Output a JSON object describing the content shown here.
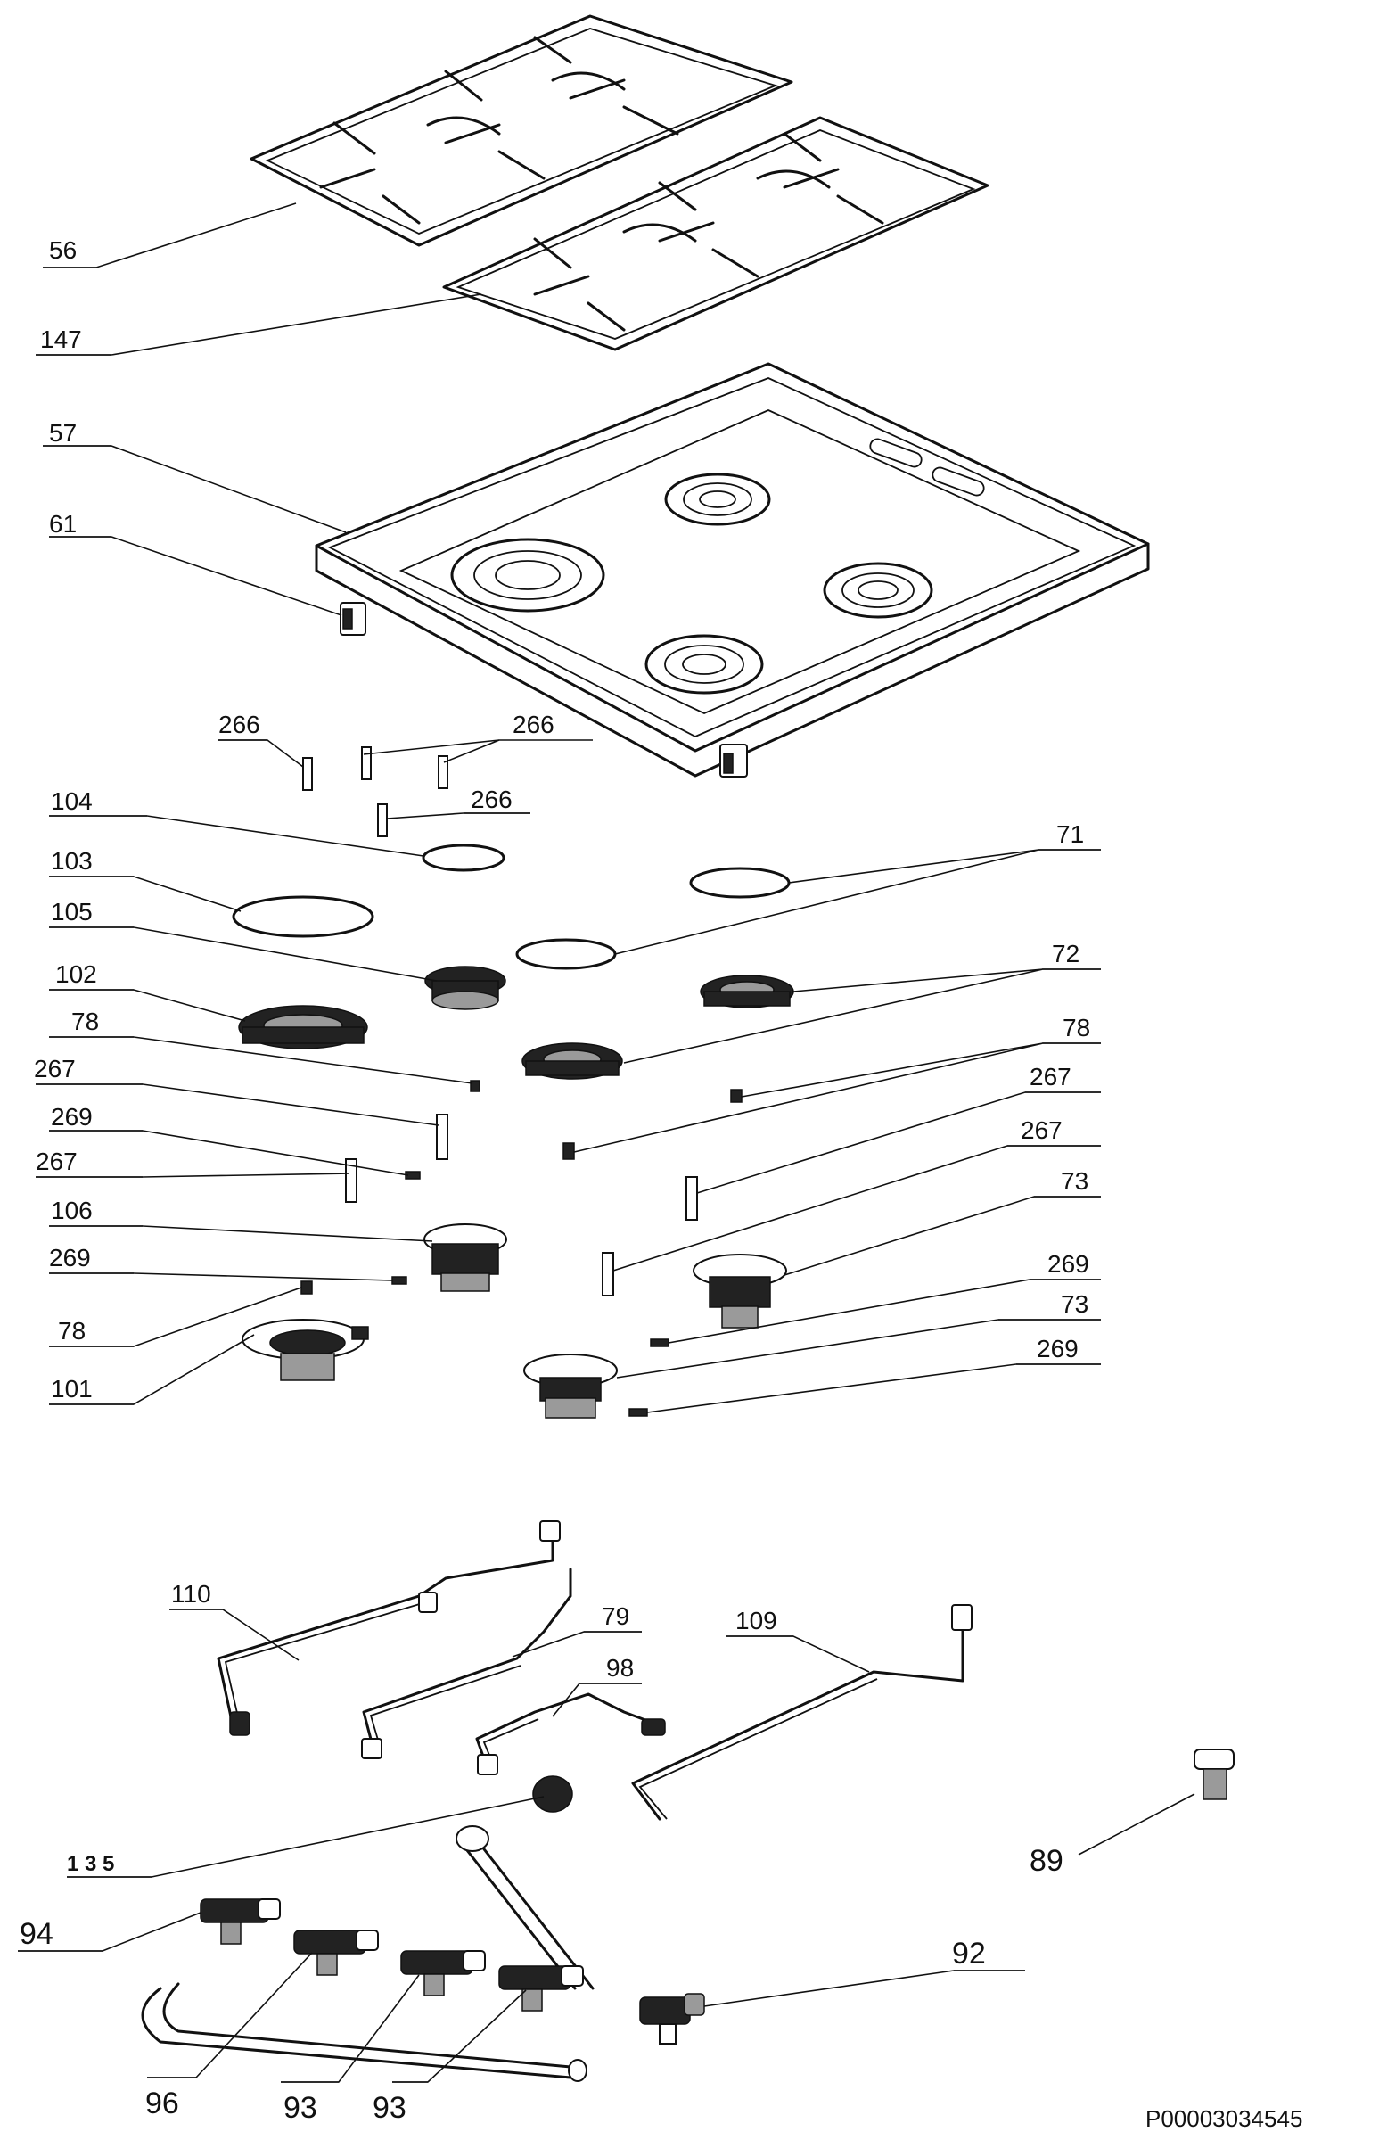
{
  "diagram": {
    "document_code": "P00003034545",
    "callouts": [
      {
        "id": "c56",
        "label": "56"
      },
      {
        "id": "c147",
        "label": "147"
      },
      {
        "id": "c57",
        "label": "57"
      },
      {
        "id": "c61",
        "label": "61"
      },
      {
        "id": "c266a",
        "label": "266"
      },
      {
        "id": "c266b",
        "label": "266"
      },
      {
        "id": "c266c",
        "label": "266"
      },
      {
        "id": "c104",
        "label": "104"
      },
      {
        "id": "c103",
        "label": "103"
      },
      {
        "id": "c105",
        "label": "105"
      },
      {
        "id": "c102",
        "label": "102"
      },
      {
        "id": "c78a",
        "label": "78"
      },
      {
        "id": "c267a",
        "label": "267"
      },
      {
        "id": "c269a",
        "label": "269"
      },
      {
        "id": "c267b",
        "label": "267"
      },
      {
        "id": "c106",
        "label": "106"
      },
      {
        "id": "c269b",
        "label": "269"
      },
      {
        "id": "c78b",
        "label": "78"
      },
      {
        "id": "c101",
        "label": "101"
      },
      {
        "id": "c71",
        "label": "71"
      },
      {
        "id": "c72",
        "label": "72"
      },
      {
        "id": "c78c",
        "label": "78"
      },
      {
        "id": "c267c",
        "label": "267"
      },
      {
        "id": "c267d",
        "label": "267"
      },
      {
        "id": "c73a",
        "label": "73"
      },
      {
        "id": "c269c",
        "label": "269"
      },
      {
        "id": "c73b",
        "label": "73"
      },
      {
        "id": "c269d",
        "label": "269"
      },
      {
        "id": "c110",
        "label": "110"
      },
      {
        "id": "c79",
        "label": "79"
      },
      {
        "id": "c98",
        "label": "98"
      },
      {
        "id": "c109",
        "label": "109"
      },
      {
        "id": "c135",
        "label": "1 3 5"
      },
      {
        "id": "c89",
        "label": "89"
      },
      {
        "id": "c94",
        "label": "94"
      },
      {
        "id": "c92",
        "label": "92"
      },
      {
        "id": "c96",
        "label": "96"
      },
      {
        "id": "c93a",
        "label": "93"
      },
      {
        "id": "c93b",
        "label": "93"
      }
    ]
  }
}
